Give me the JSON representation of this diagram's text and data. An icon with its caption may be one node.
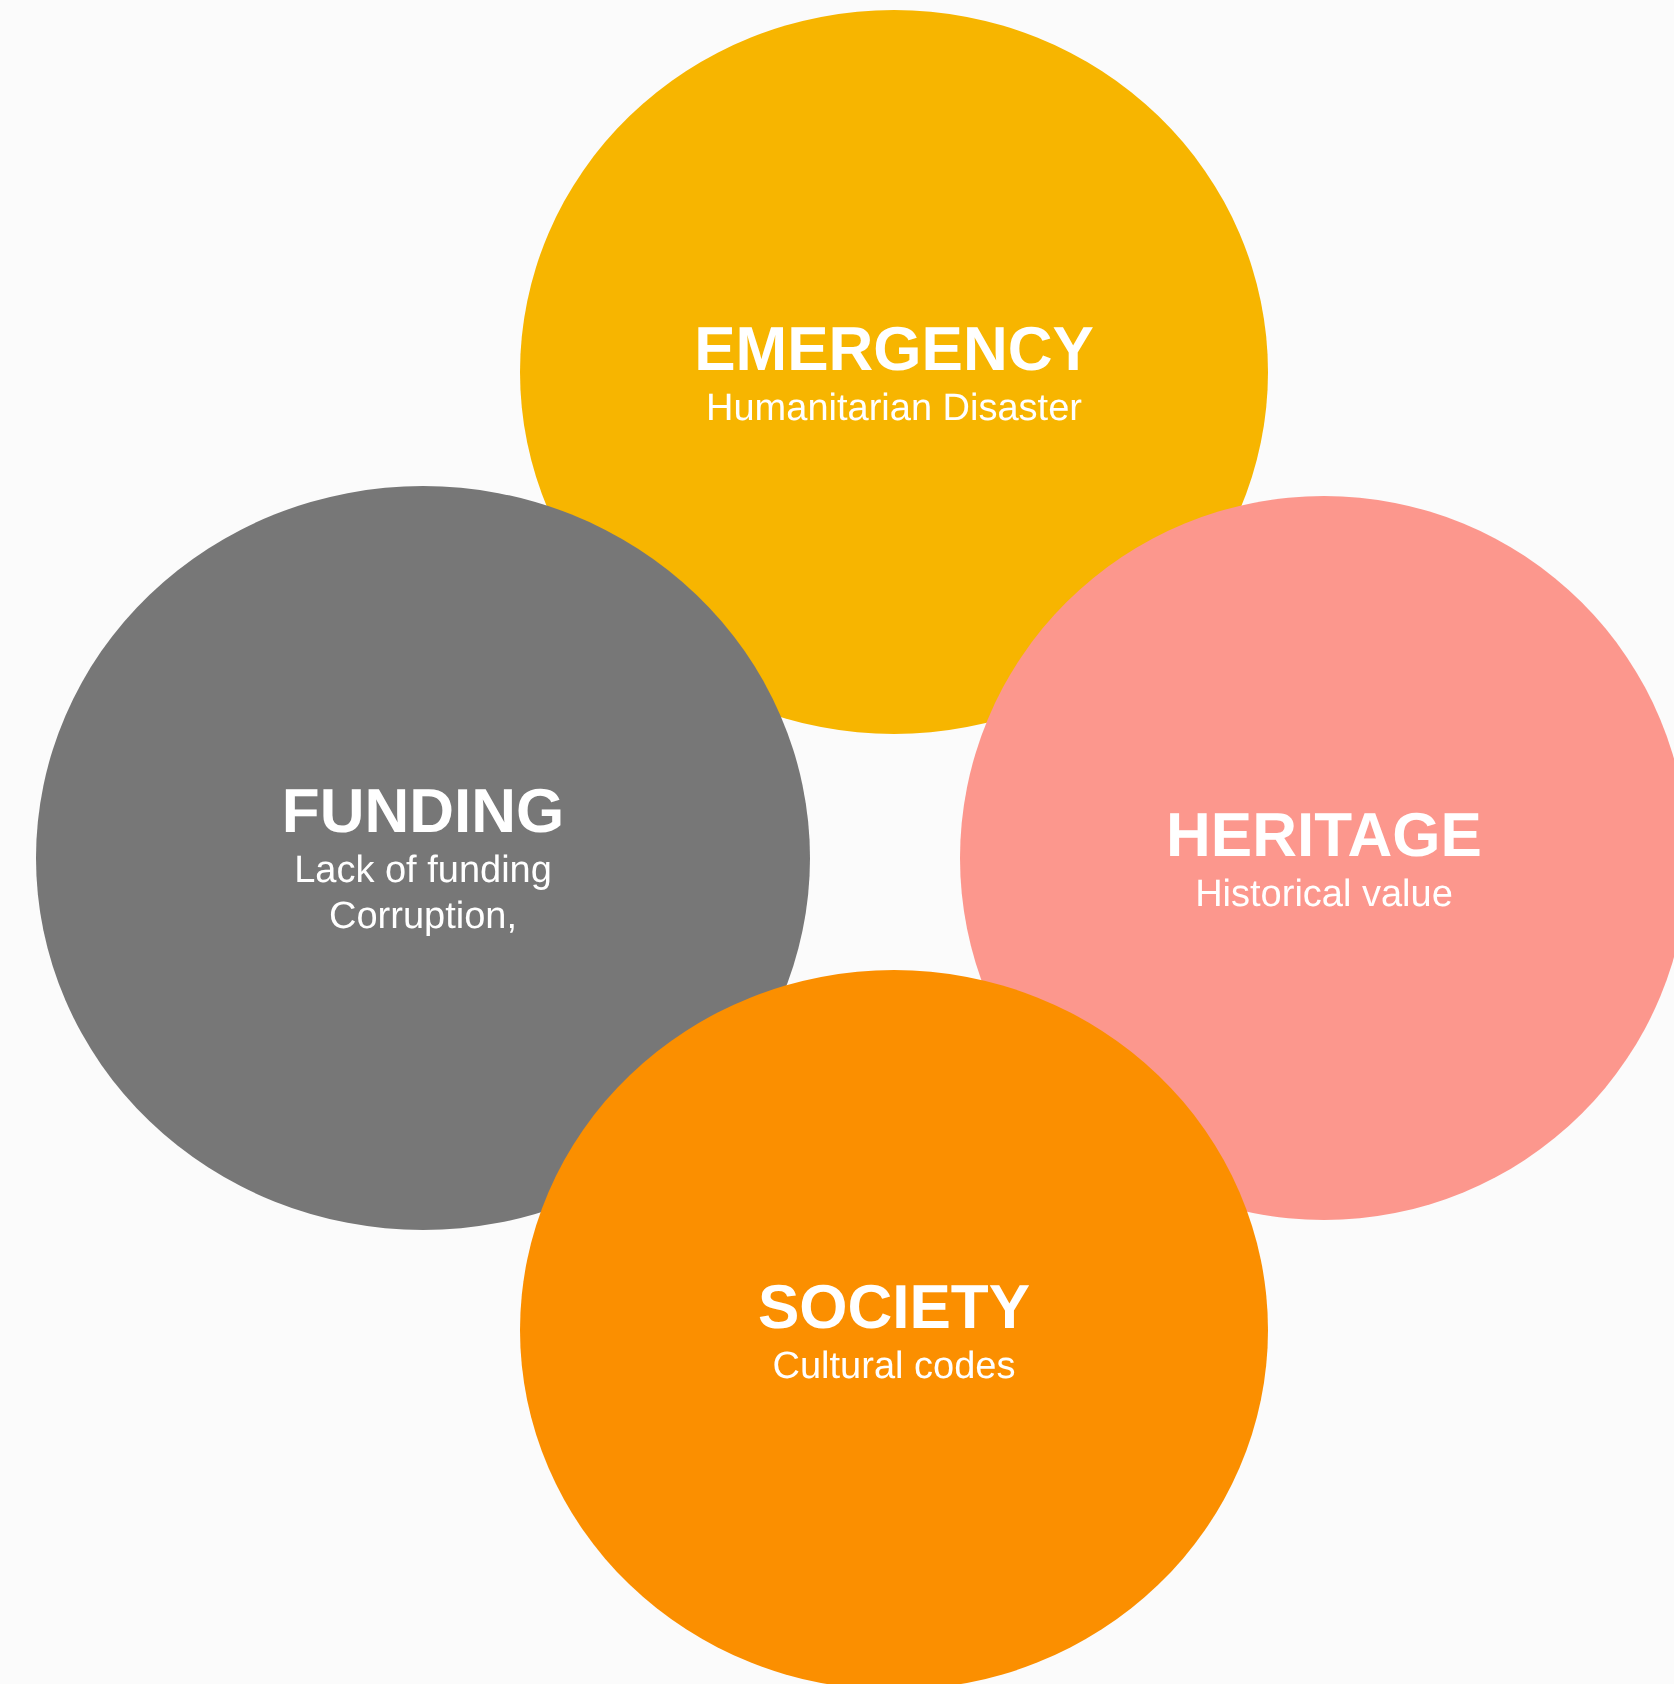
{
  "diagram": {
    "nodes": [
      {
        "text": [
          "EMERGENCY",
          "Humanitarian Disaster"
        ]
      },
      {
        "text": [
          "FUNDING",
          "Lack of funding Corruption,"
        ]
      },
      {
        "text": [
          "HERITAGE",
          "Historical value"
        ]
      },
      {
        "text": [
          "SOCIETY",
          "Cultural codes"
        ]
      }
    ],
    "edges": []
  }
}
